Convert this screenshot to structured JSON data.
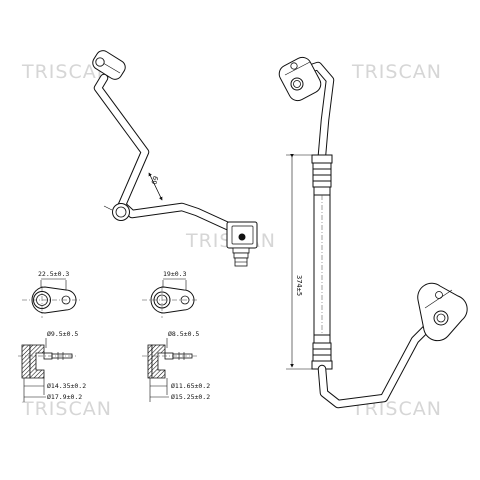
{
  "watermark": {
    "text": "TRISCAN",
    "color": "#d6d6d6"
  },
  "left_pipe": {
    "dimension_label": "69"
  },
  "right_pipe": {
    "dimension_label": "374±5"
  },
  "fitting_1": {
    "top_dimension": "22.5±0.3",
    "bore_dimension": "Ø9.5±0.5",
    "inner_diameter": "Ø14.35±0.2",
    "outer_diameter": "Ø17.9±0.2"
  },
  "fitting_2": {
    "top_dimension": "19±0.3",
    "bore_dimension": "Ø8.5±0.5",
    "inner_diameter": "Ø11.65±0.2",
    "outer_diameter": "Ø15.25±0.2"
  }
}
